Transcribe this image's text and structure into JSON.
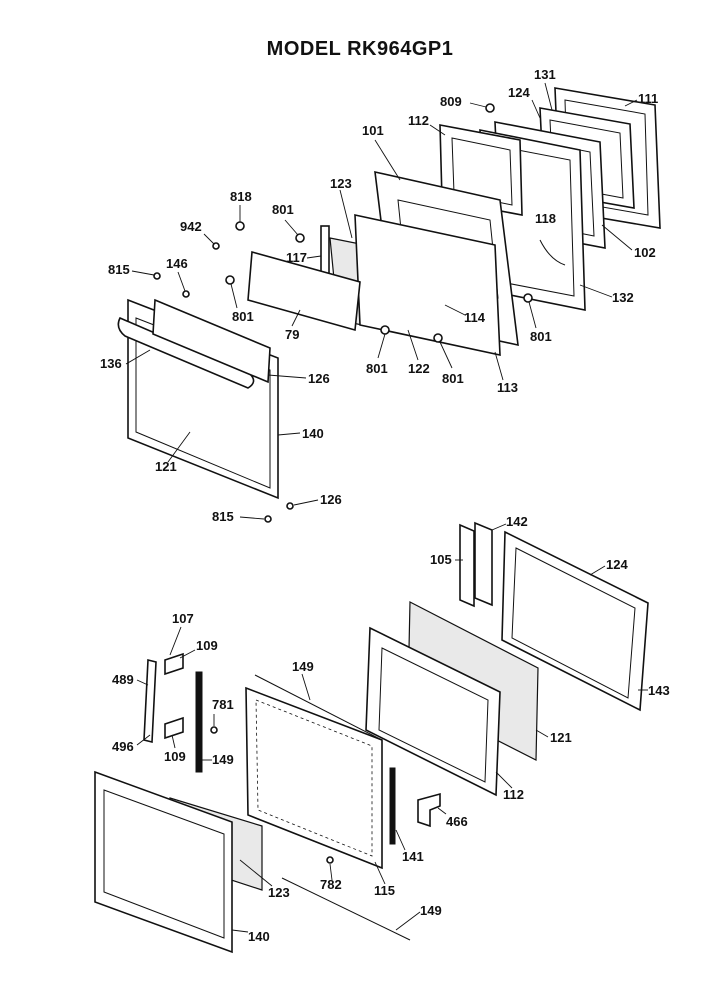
{
  "title": "MODEL RK964GP1",
  "labels": {
    "l809": "809",
    "l124a": "124",
    "l131": "131",
    "l111": "111",
    "l101": "101",
    "l112a": "112",
    "l123a": "123",
    "l118": "118",
    "l102": "102",
    "l132": "132",
    "l818": "818",
    "l801a": "801",
    "l942": "942",
    "l117": "117",
    "l815a": "815",
    "l146": "146",
    "l801b": "801",
    "l79": "79",
    "l114": "114",
    "l801c": "801",
    "l136": "136",
    "l801d": "801",
    "l122": "122",
    "l801e": "801",
    "l113": "113",
    "l126a": "126",
    "l140a": "140",
    "l121a": "121",
    "l815b": "815",
    "l126b": "126",
    "l142": "142",
    "l105": "105",
    "l124b": "124",
    "l107": "107",
    "l109a": "109",
    "l149a": "149",
    "l489": "489",
    "l781": "781",
    "l143": "143",
    "l496": "496",
    "l109b": "109",
    "l149b": "149",
    "l121b": "121",
    "l112b": "112",
    "l466": "466",
    "l141": "141",
    "l123b": "123",
    "l782": "782",
    "l115": "115",
    "l149c": "149",
    "l140b": "140"
  }
}
